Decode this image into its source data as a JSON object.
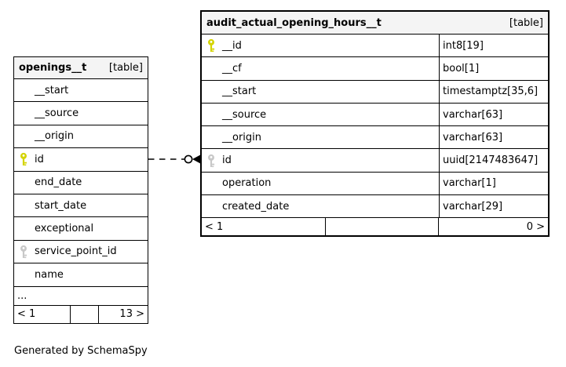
{
  "footer_note": "Generated by SchemaSpy",
  "colors": {
    "header_bg": "#f4f4f4",
    "border": "#000000",
    "primary_key": "#d4d400",
    "foreign_key": "#c8c8c8"
  },
  "tables": {
    "openings": {
      "title": "openings__t",
      "badge": "[table]",
      "rows": [
        {
          "name": "__start"
        },
        {
          "name": "__source"
        },
        {
          "name": "__origin"
        },
        {
          "name": "id",
          "key": "primary"
        },
        {
          "name": "end_date"
        },
        {
          "name": "start_date"
        },
        {
          "name": "exceptional"
        },
        {
          "name": "service_point_id",
          "key": "foreign"
        },
        {
          "name": "name"
        }
      ],
      "ellipsis": "...",
      "footer": {
        "left": "< 1",
        "middle": "",
        "right": "13 >"
      }
    },
    "audit": {
      "title": "audit_actual_opening_hours__t",
      "badge": "[table]",
      "rows": [
        {
          "name": "__id",
          "type": "int8[19]",
          "key": "primary"
        },
        {
          "name": "__cf",
          "type": "bool[1]"
        },
        {
          "name": "__start",
          "type": "timestamptz[35,6]"
        },
        {
          "name": "__source",
          "type": "varchar[63]"
        },
        {
          "name": "__origin",
          "type": "varchar[63]"
        },
        {
          "name": "id",
          "type": "uuid[2147483647]",
          "key": "foreign"
        },
        {
          "name": "operation",
          "type": "varchar[1]"
        },
        {
          "name": "created_date",
          "type": "varchar[29]"
        }
      ],
      "footer": {
        "left": "< 1",
        "middle": "",
        "right": "0 >"
      }
    }
  },
  "relationship": {
    "from": "openings__t.id",
    "to": "audit_actual_opening_hours__t.id",
    "style": "dashed"
  }
}
